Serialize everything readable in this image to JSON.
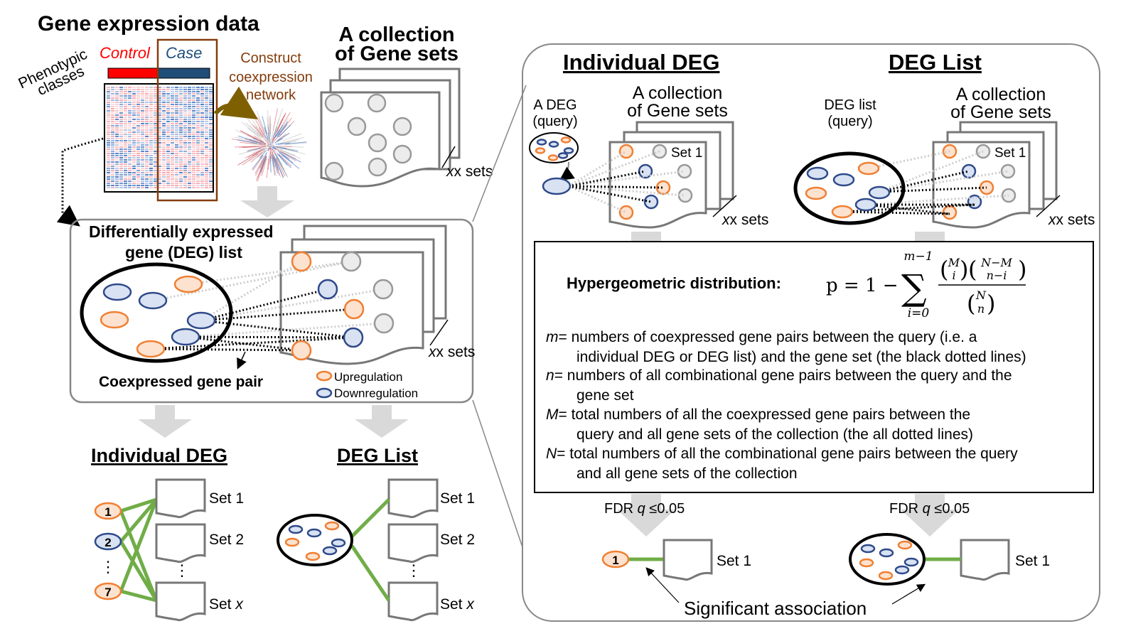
{
  "left": {
    "title": "Gene expression data",
    "phenotypic_1": "Phenotypic",
    "phenotypic_2": "classes",
    "control": "Control",
    "case": "Case",
    "construct_1": "Construct",
    "construct_2": "coexpression",
    "construct_3": "network",
    "collection_1": "A collection",
    "collection_2": "of Gene sets",
    "x_sets": "x sets",
    "deg_list_1": "Differentially expressed",
    "deg_list_2": "gene (DEG) list",
    "coexpressed_pair": "Coexpressed gene pair",
    "legend_up": "Upregulation",
    "legend_down": "Downregulation",
    "individual_deg": "Individual DEG",
    "deg_list": "DEG List",
    "deg_labels": [
      "1",
      "2",
      "7"
    ],
    "vdots": "⋮",
    "set1": "Set 1",
    "set2": "Set 2",
    "setx_prefix": "Set ",
    "setx_var": "x"
  },
  "right": {
    "individual_deg": "Individual DEG",
    "deg_list": "DEG List",
    "a_deg_1": "A DEG",
    "a_deg_2": "(query)",
    "collection_1": "A collection",
    "collection_2": "of Gene sets",
    "deg_list_q1": "DEG list",
    "deg_list_q2": "(query)",
    "set1": "Set 1",
    "x_sets": "x sets",
    "formula_label": "Hypergeometric distribution:",
    "formula": {
      "lhs": "p = 1 −",
      "sum": "∑",
      "upper": "m−1",
      "lower": "i=0",
      "num_M": "M",
      "num_i": "i",
      "num_NM": "N−M",
      "num_ni": "n−i",
      "den_N": "N",
      "den_n": "n"
    },
    "definitions": [
      {
        "var": "m",
        "line1": "= numbers of coexpressed gene pairs between the query (i.e. a",
        "line2": "individual DEG or DEG list) and the gene set (the black dotted lines)"
      },
      {
        "var": "n",
        "line1": "=  numbers of all combinational gene pairs between the query and the",
        "line2": "gene set"
      },
      {
        "var": "M",
        "line1": "= total numbers of all the coexpressed gene pairs between the",
        "line2": "query and all gene sets of the collection (the all dotted lines)"
      },
      {
        "var": "N",
        "line1": "= total numbers of all the combinational gene pairs between the query",
        "line2": "and all gene sets of the collection"
      }
    ],
    "fdr_prefix": "FDR ",
    "fdr_q": "q",
    "fdr_suffix": " ≤0.05",
    "deg_label": "1",
    "significant": "Significant association"
  },
  "colors": {
    "control": "#ff0000",
    "case": "#1f4e79",
    "construct": "#843c0c",
    "upregulation": "#f07f32",
    "downregulation": "#2f4a8a",
    "association": "#70ad47"
  }
}
